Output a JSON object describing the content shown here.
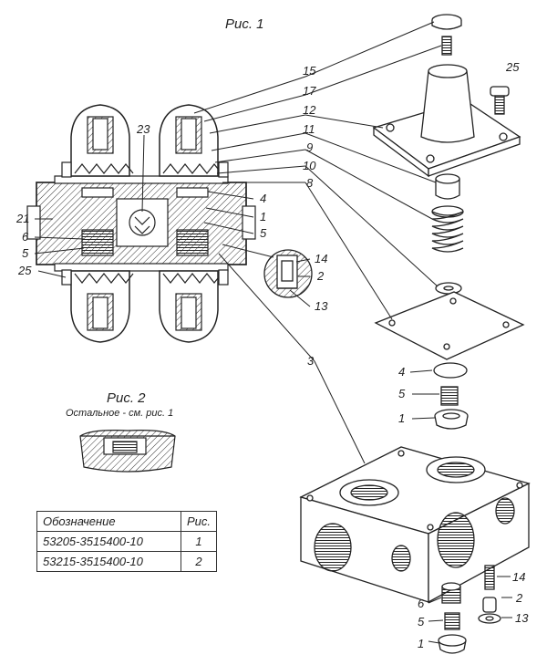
{
  "figure1": {
    "caption": "Рис. 1"
  },
  "figure2": {
    "caption": "Рис. 2",
    "note": "Остальное - см. рис. 1"
  },
  "callouts": {
    "left": [
      "15",
      "17",
      "12",
      "11",
      "9",
      "10",
      "8",
      "23",
      "4",
      "1",
      "5",
      "21",
      "6",
      "5",
      "25",
      "14",
      "2",
      "13",
      "3"
    ],
    "right": [
      "25",
      "4",
      "5",
      "1",
      "14",
      "6",
      "2",
      "5",
      "13",
      "1"
    ]
  },
  "table": {
    "headers": [
      "Обозначение",
      "Рис."
    ],
    "rows": [
      [
        "53205-3515400-10",
        "1"
      ],
      [
        "53215-3515400-10",
        "2"
      ]
    ]
  }
}
